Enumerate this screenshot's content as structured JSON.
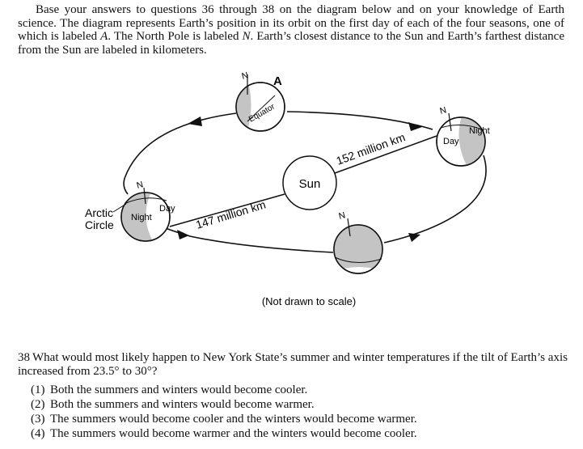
{
  "intro": {
    "p1": "Base your answers to questions 36 through 38 on the diagram below and on your knowledge of Earth science. The diagram represents Earth’s position in its orbit on the first day of each of the four seasons, one of which is labeled ",
    "label_a": "A",
    "p2": ". The North Pole is labeled ",
    "label_n": "N",
    "p3": ". Earth’s closest distance to the Sun and Earth’s farthest distance from the Sun are labeled in kilometers."
  },
  "diagram": {
    "sun_label": "Sun",
    "far_distance": "152 million km",
    "near_distance": "147 million km",
    "position_a_label": "A",
    "north_label": "N",
    "equator_label": "Equator",
    "night_label": "Night",
    "day_label": "Day",
    "arctic_circle_label_line1": "Arctic",
    "arctic_circle_label_line2": "Circle",
    "scale_note": "(Not drawn to scale)"
  },
  "question": {
    "number": "38",
    "text": "What would most likely happen to New York State’s summer and winter temperatures if the tilt of Earth’s axis increased from 23.5° to 30°?",
    "choices": [
      {
        "num": "(1)",
        "text": "Both the summers and winters would become cooler."
      },
      {
        "num": "(2)",
        "text": "Both the summers and winters would become warmer."
      },
      {
        "num": "(3)",
        "text": "The summers would become cooler and the winters would become warmer."
      },
      {
        "num": "(4)",
        "text": "The summers would become warmer and the winters would become cooler."
      }
    ]
  },
  "colors": {
    "shade": "#bdbdbd",
    "line": "#111111"
  }
}
